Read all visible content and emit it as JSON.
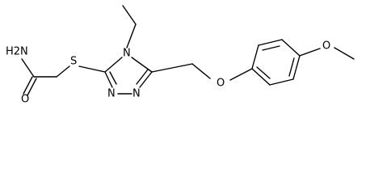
{
  "molecule": {
    "atoms": {
      "amide_n": "H2N",
      "amide_o": "O",
      "thioether_s": "S",
      "ring_n4": "N",
      "ring_n1": "N",
      "ring_n2": "N",
      "ether_o": "O",
      "methoxy_o": "O"
    }
  },
  "colors": {
    "bond": "#000000",
    "text": "#000000",
    "background": "#ffffff"
  }
}
